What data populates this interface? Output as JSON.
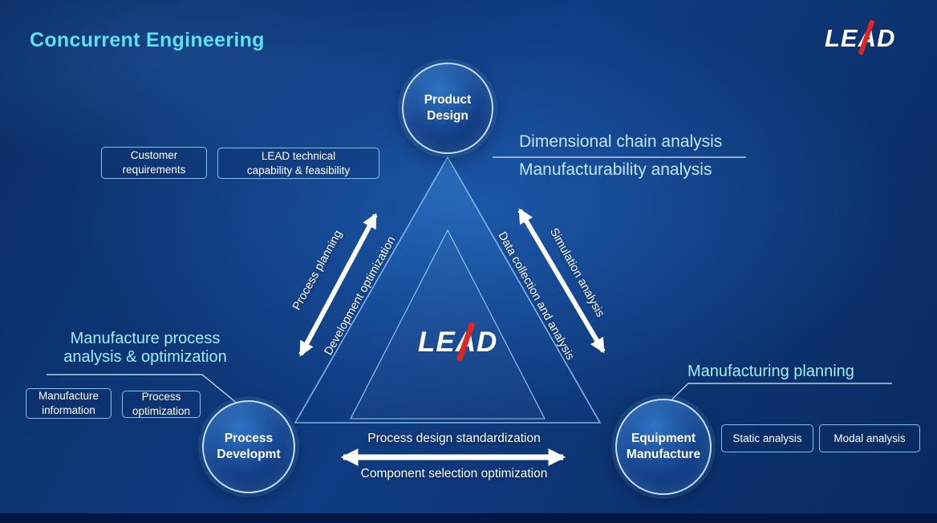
{
  "slide": {
    "title": "Concurrent Engineering",
    "brand": "LEAD",
    "center_logo": "LEAD"
  },
  "nodes": {
    "product_design": "Product\nDesign",
    "process_developmt": "Process\nDevelopmt",
    "equipment_manufacture": "Equipment\nManufacture"
  },
  "edge_labels": {
    "left_outer": "Process planning",
    "left_inner": "Development optimization",
    "right_outer": "Simulation analysis",
    "right_inner": "Data collection and analysis",
    "bottom_top": "Process design standardization",
    "bottom_bottom": "Component selection optimization"
  },
  "callouts": {
    "product_line1": "Dimensional chain analysis",
    "product_line2": "Manufacturability analysis",
    "process": "Manufacture process\nanalysis & optimization",
    "equipment": "Manufacturing planning"
  },
  "info_boxes": {
    "customer_requirements": "Customer\nrequirements",
    "lead_technical": "LEAD technical\ncapability & feasibility",
    "manufacture_information": "Manufacture\ninformation",
    "process_optimization": "Process\noptimization",
    "static_analysis": "Static analysis",
    "modal_analysis": "Modal analysis"
  },
  "colors": {
    "title_cyan": "#5ce1f2",
    "callout_cyan": "#9feef5",
    "callout_blue": "#bfe6fb",
    "box_border": "#7fc2ea",
    "brand_red": "#e0271f",
    "arrow_white": "#ffffff",
    "background_blue": "#0f3c82"
  }
}
